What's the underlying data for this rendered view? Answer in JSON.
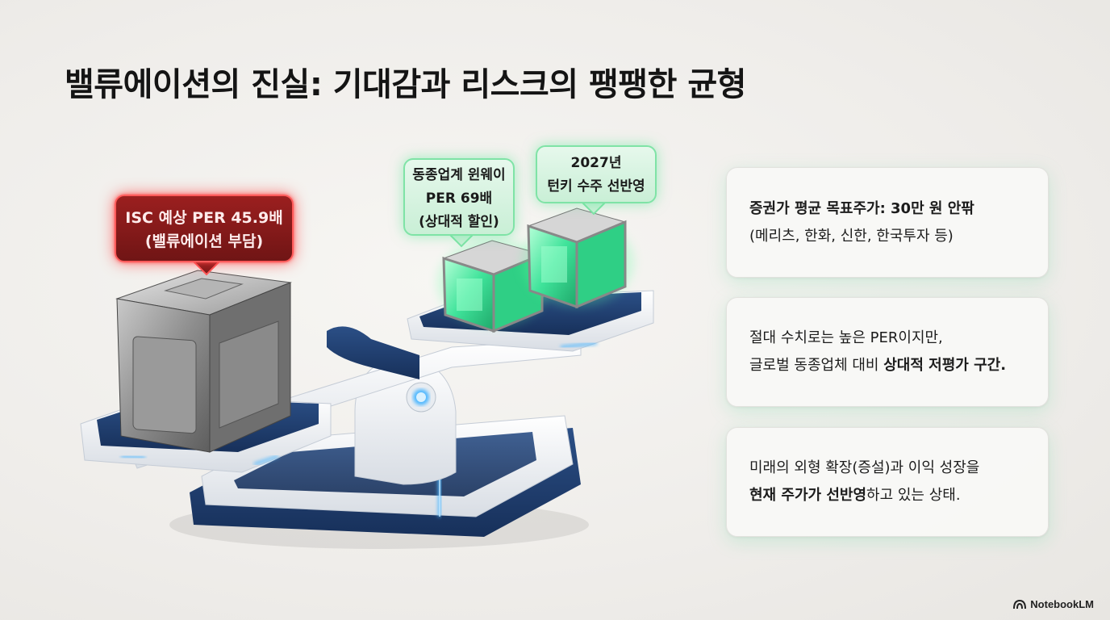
{
  "title": "밸류에이션의 진실: 기대감과 리스크의 팽팽한 균형",
  "labels": {
    "red": {
      "line1": "ISC 예상 PER 45.9배",
      "line2": "(밸류에이션 부담)"
    },
    "green_peer": {
      "line1": "동종업계 윈웨이",
      "line2": "PER 69배",
      "line3": "(상대적 할인)"
    },
    "green_order": {
      "line1": "2027년",
      "line2": "턴키 수주 선반영"
    }
  },
  "cards": [
    {
      "bold_text": "증권가 평균 목표주가: 30만 원 안팎",
      "normal_text": "(메리츠, 한화, 신한, 한국투자 등)"
    },
    {
      "line1": "절대 수치로는 높은 PER이지만,",
      "line2_normal": "글로벌 동종업체 대비 ",
      "line2_bold": "상대적 저평가 구간."
    },
    {
      "line1": "미래의 외형 확장(증설)과 이익 성장을",
      "line2_bold": "현재 주가가 선반영",
      "line2_normal": "하고 있는 상태."
    }
  ],
  "brand": "NotebookLM",
  "colors": {
    "red_glow": "#ff5a5a",
    "green_glow": "#7fe3a6",
    "navy": "#1f3a66",
    "accent_blue": "#4fb8ff"
  }
}
